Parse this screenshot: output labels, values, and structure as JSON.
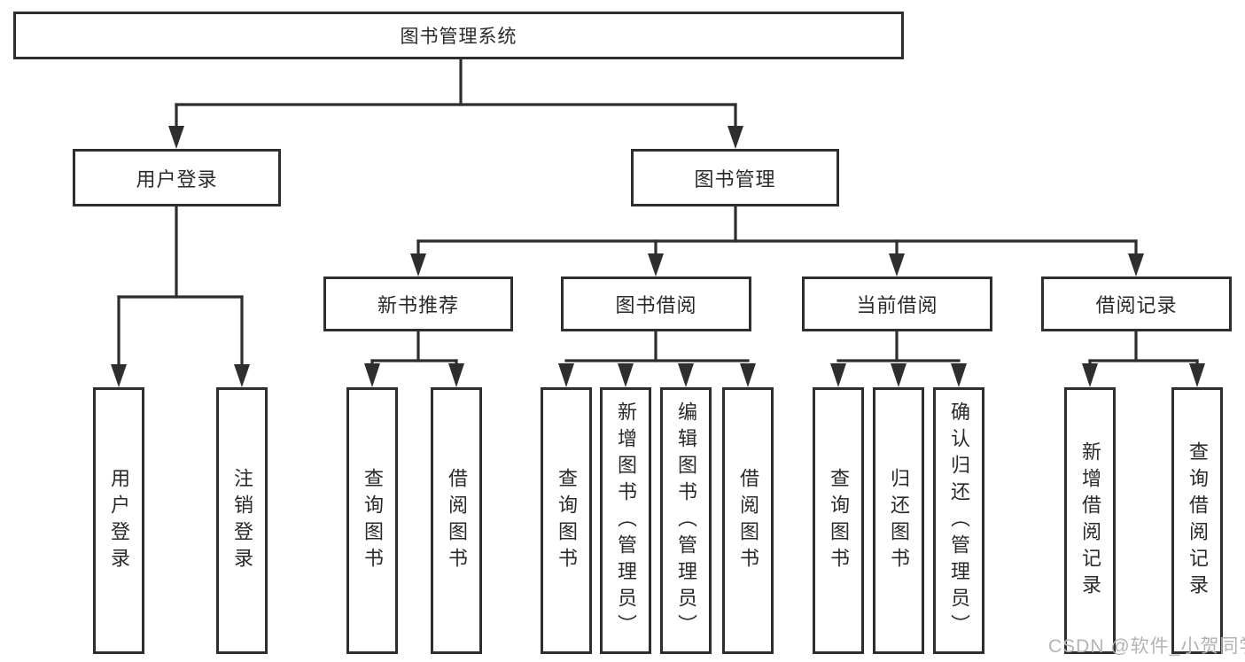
{
  "diagram": {
    "root": "图书管理系统",
    "branches": [
      {
        "label": "用户登录",
        "children": [
          "用户登录",
          "注销登录"
        ]
      },
      {
        "label": "图书管理",
        "children": [
          {
            "label": "新书推荐",
            "children": [
              "查询图书",
              "借阅图书"
            ]
          },
          {
            "label": "图书借阅",
            "children": [
              "查询图书",
              "新增图书（管理员）",
              "编辑图书（管理员）",
              "借阅图书"
            ]
          },
          {
            "label": "当前借阅",
            "children": [
              "查询图书",
              "归还图书",
              "确认归还（管理员）"
            ]
          },
          {
            "label": "借阅记录",
            "children": [
              "新增借阅记录",
              "查询借阅记录"
            ]
          }
        ]
      }
    ]
  },
  "watermark": "CSDN @软件_小贺同学",
  "colors": {
    "line": "#2e2e2e",
    "text": "#2a2a2a",
    "watermark": "#b3b3b3",
    "background": "#ffffff"
  }
}
